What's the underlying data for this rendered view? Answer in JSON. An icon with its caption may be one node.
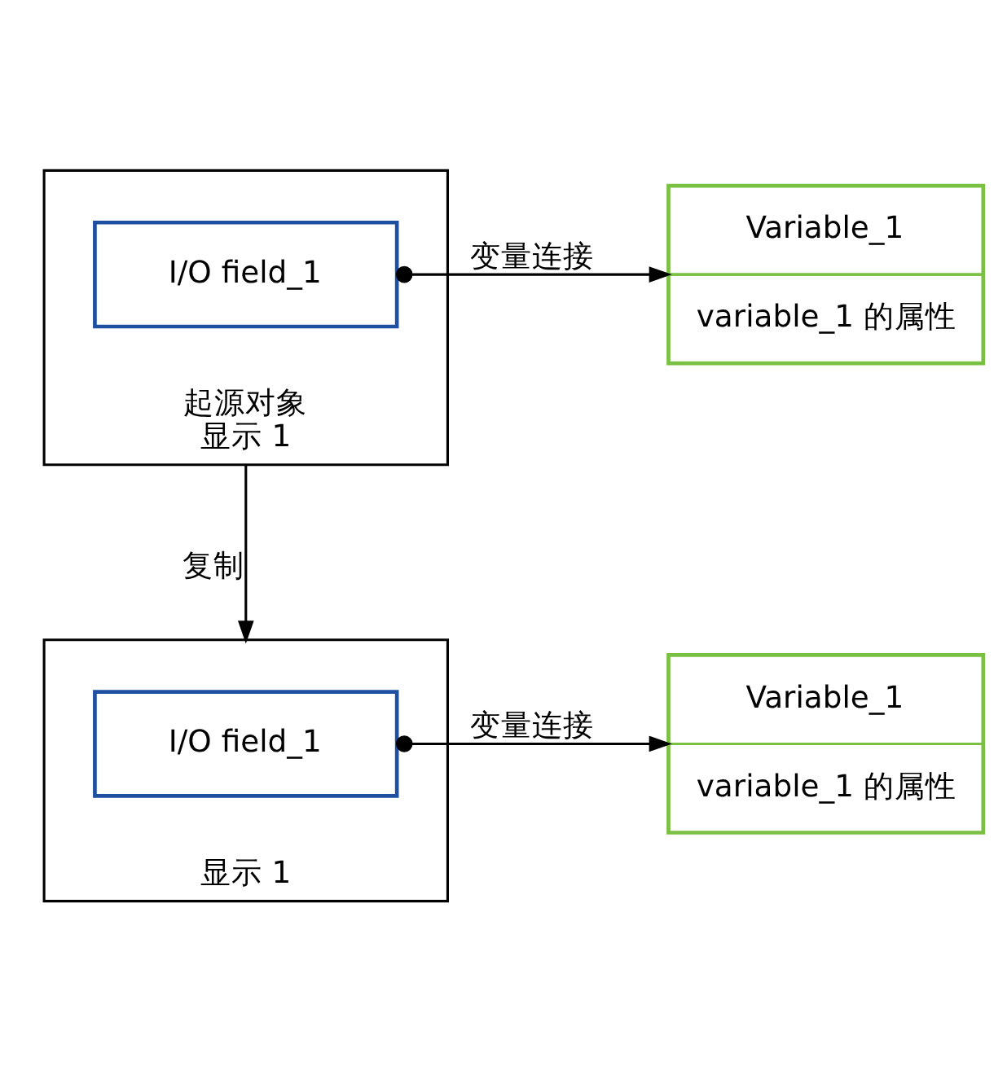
{
  "diagram": {
    "nodes": [
      {
        "text": [
          "起源对象",
          "显示 1"
        ]
      },
      {
        "text": [
          "I/O field_1"
        ],
        "in": 0
      },
      {
        "text": [
          "Variable_1",
          "variable_1 的属性"
        ]
      },
      {
        "text": [
          "显示 1"
        ]
      },
      {
        "text": [
          "I/O field_1"
        ],
        "in": 3
      },
      {
        "text": [
          "Variable_1",
          "variable_1 的属性"
        ]
      }
    ],
    "edges": [
      {
        "from": 1,
        "to": 2,
        "arrow": "to",
        "label": "变量连接"
      },
      {
        "from": 0,
        "to": 3,
        "arrow": "to",
        "label": "复制"
      },
      {
        "from": 4,
        "to": 5,
        "arrow": "to",
        "label": "变量连接"
      }
    ]
  }
}
